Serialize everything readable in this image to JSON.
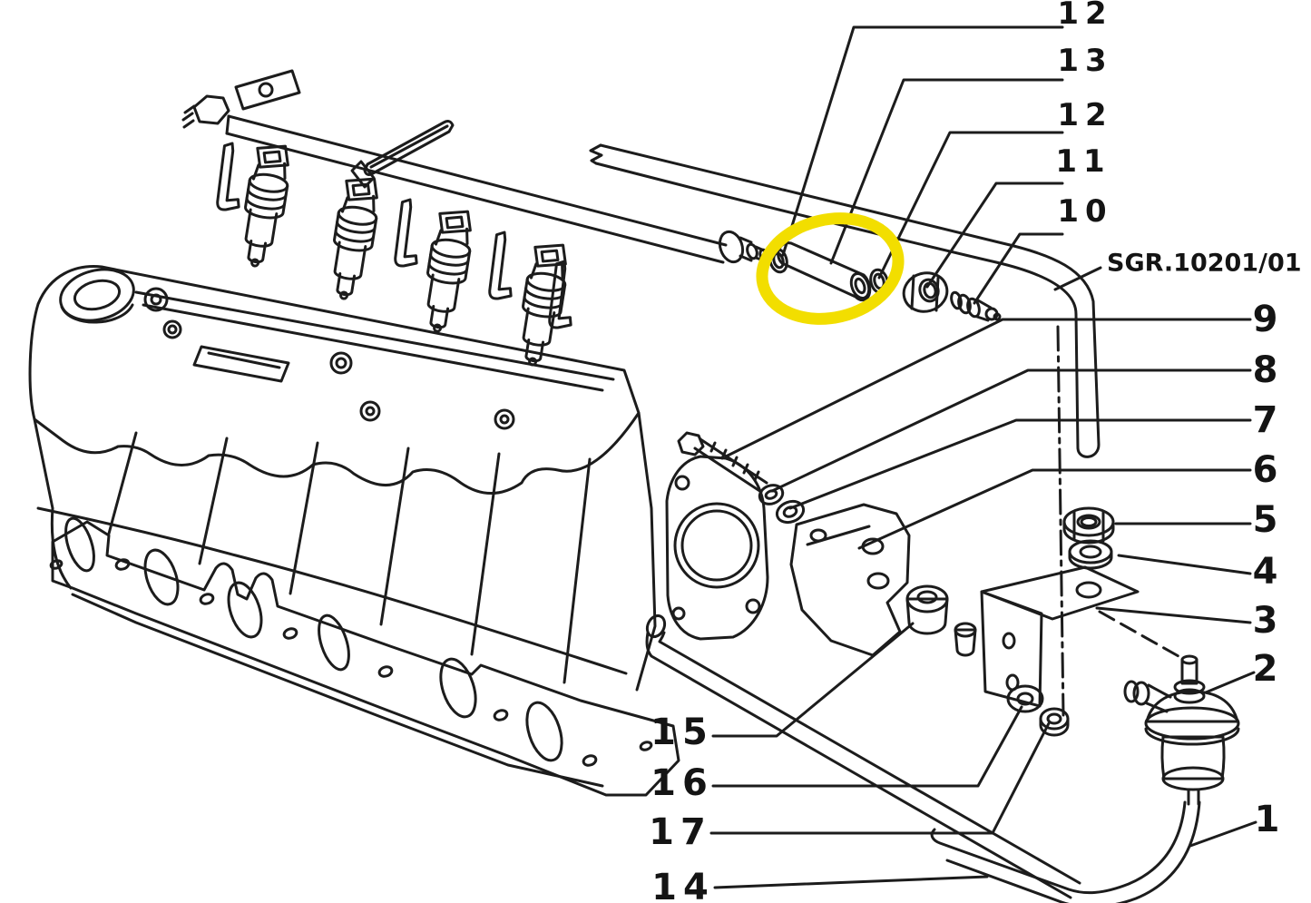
{
  "figure": {
    "reference": "SGR.10201/01"
  },
  "highlight_color": "#f2de00",
  "callouts": [
    {
      "id": "12-top",
      "label": "12"
    },
    {
      "id": "13",
      "label": "13"
    },
    {
      "id": "12-mid",
      "label": "12"
    },
    {
      "id": "11",
      "label": "11"
    },
    {
      "id": "10",
      "label": "10"
    },
    {
      "id": "9",
      "label": "9"
    },
    {
      "id": "8",
      "label": "8"
    },
    {
      "id": "7",
      "label": "7"
    },
    {
      "id": "6",
      "label": "6"
    },
    {
      "id": "5",
      "label": "5"
    },
    {
      "id": "4",
      "label": "4"
    },
    {
      "id": "3",
      "label": "3"
    },
    {
      "id": "2",
      "label": "2"
    },
    {
      "id": "1",
      "label": "1"
    },
    {
      "id": "15",
      "label": "15"
    },
    {
      "id": "16",
      "label": "16"
    },
    {
      "id": "17",
      "label": "17"
    },
    {
      "id": "14",
      "label": "14"
    }
  ]
}
